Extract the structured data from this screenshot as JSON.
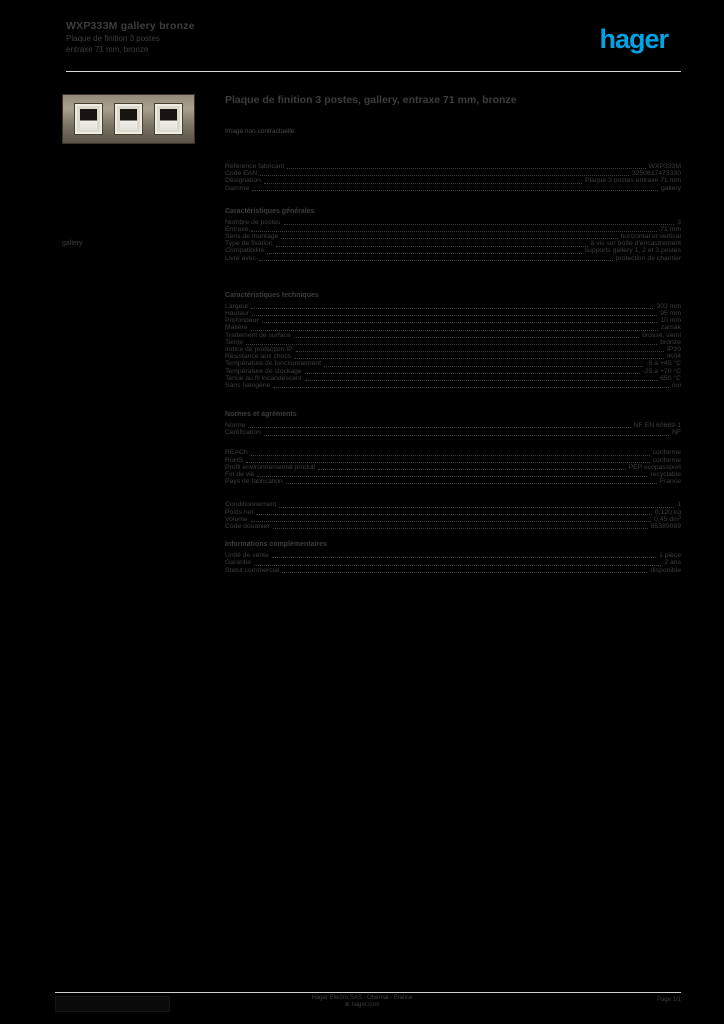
{
  "header": {
    "title": "WXP333M gallery bronze",
    "subtitle1": "Plaque de finition 3 postes",
    "subtitle2": "entraxe 71 mm, bronze",
    "logo_text": "hager",
    "logo_color": "#00a3e6"
  },
  "product": {
    "name": "Plaque de finition 3 postes, gallery, entraxe 71 mm, bronze",
    "image_note": "Image non contractuelle",
    "side_label": "gallery"
  },
  "sections": [
    {
      "id": "identification",
      "heading": "",
      "rows": [
        {
          "label": "Référence fabricant",
          "value": "WXP333M"
        },
        {
          "label": "Code EAN",
          "value": "3250617473330"
        },
        {
          "label": "Désignation",
          "value": "Plaque 3 postes entraxe 71 mm"
        },
        {
          "label": "Gamme",
          "value": "gallery"
        }
      ]
    },
    {
      "id": "general",
      "heading": "Caractéristiques générales",
      "rows": [
        {
          "label": "Nombre de postes",
          "value": "3"
        },
        {
          "label": "Entraxe",
          "value": "71 mm"
        },
        {
          "label": "Sens de montage",
          "value": "horizontal et vertical"
        },
        {
          "label": "Type de fixation",
          "value": "à vis sur boîte d'encastrement"
        },
        {
          "label": "Compatibilité",
          "value": "supports gallery 1, 2 et 3 postes"
        },
        {
          "label": "Livré avec",
          "value": "protection de chantier"
        }
      ]
    },
    {
      "id": "technical",
      "heading": "Caractéristiques techniques",
      "rows": [
        {
          "label": "Largeur",
          "value": "303 mm"
        },
        {
          "label": "Hauteur",
          "value": "95 mm"
        },
        {
          "label": "Profondeur",
          "value": "10 mm"
        },
        {
          "label": "Matière",
          "value": "zamak"
        },
        {
          "label": "Traitement de surface",
          "value": "brossé, verni"
        },
        {
          "label": "Teinte",
          "value": "bronze"
        },
        {
          "label": "Indice de protection IP",
          "value": "IP20"
        },
        {
          "label": "Résistance aux chocs",
          "value": "IK04"
        },
        {
          "label": "Température de fonctionnement",
          "value": "-5 à +45 °C"
        },
        {
          "label": "Température de stockage",
          "value": "-25 à +70 °C"
        },
        {
          "label": "Tenue au fil incandescent",
          "value": "650 °C"
        },
        {
          "label": "Sans halogène",
          "value": "oui"
        }
      ]
    },
    {
      "id": "standards",
      "heading": "Normes et agréments",
      "rows": [
        {
          "label": "Norme",
          "value": "NF EN 60669-1"
        },
        {
          "label": "Certification",
          "value": "NF"
        }
      ]
    },
    {
      "id": "environment",
      "heading": "",
      "rows": [
        {
          "label": "REACh",
          "value": "conforme"
        },
        {
          "label": "RoHS",
          "value": "conforme"
        },
        {
          "label": "Profil environnemental produit",
          "value": "PEP ecopassport"
        },
        {
          "label": "Fin de vie",
          "value": "recyclable"
        },
        {
          "label": "Pays de fabrication",
          "value": "France"
        }
      ]
    },
    {
      "id": "logistics",
      "heading": "",
      "rows": [
        {
          "label": "Conditionnement",
          "value": "1"
        },
        {
          "label": "Poids net",
          "value": "0,120 kg"
        },
        {
          "label": "Volume",
          "value": "0,45 dm³"
        },
        {
          "label": "Code douanier",
          "value": "85389099"
        }
      ]
    },
    {
      "id": "misc",
      "heading": "Informations complémentaires",
      "rows": [
        {
          "label": "Unité de vente",
          "value": "1 pièce"
        },
        {
          "label": "Garantie",
          "value": "2 ans"
        },
        {
          "label": "Statut commercial",
          "value": "disponible"
        }
      ]
    }
  ],
  "footer": {
    "company_line": "Hager Electro SAS - Obernai - France",
    "web_line": "hager.com",
    "page_info": "Page 1/1"
  }
}
